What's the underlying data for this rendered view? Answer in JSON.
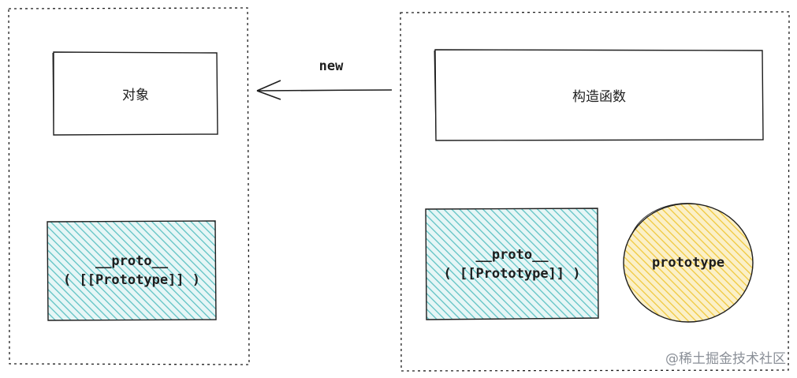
{
  "diagram": {
    "nodes": {
      "object": {
        "label": "对象"
      },
      "constructor": {
        "label": "构造函数"
      },
      "object_proto": {
        "line1": "__proto__",
        "line2": "( [[Prototype]] )"
      },
      "constructor_proto": {
        "line1": "__proto__",
        "line2": "( [[Prototype]] )"
      },
      "prototype": {
        "label": "prototype"
      }
    },
    "edges": {
      "new_arrow": {
        "label": "new",
        "from": "constructor",
        "to": "object"
      }
    },
    "watermark": "@稀土掘金技术社区"
  },
  "colors": {
    "stroke": "#1e1e1e",
    "proto_fill": "#7ccfd0",
    "prototype_fill": "#f5d35a",
    "group_border": "#1e1e1e",
    "watermark": "#8a8f97"
  }
}
